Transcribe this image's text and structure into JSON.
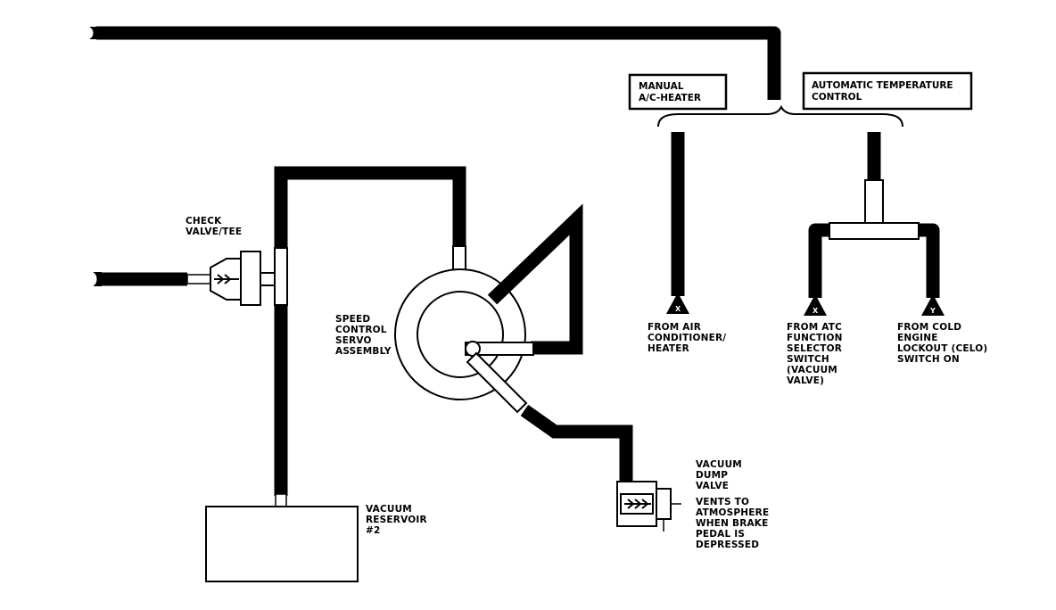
{
  "labels": {
    "check_valve": [
      "CHECK",
      "VALVE/TEE"
    ],
    "servo": [
      "SPEED",
      "CONTROL",
      "SERVO",
      "ASSEMBLY"
    ],
    "reservoir": [
      "VACUUM",
      "RESERVOIR",
      "#2"
    ],
    "dump_valve": [
      "VACUUM",
      "DUMP",
      "VALVE"
    ],
    "dump_note": [
      "VENTS TO",
      "ATMOSPHERE",
      "WHEN BRAKE",
      "PEDAL IS",
      "DEPRESSED"
    ],
    "manual_box": [
      "MANUAL",
      "A/C-HEATER"
    ],
    "atc_box": [
      "AUTOMATIC  TEMPERATURE",
      "CONTROL"
    ],
    "from_ac": [
      "FROM AIR",
      "CONDITIONER/",
      "HEATER"
    ],
    "from_atc": [
      "FROM ATC",
      "FUNCTION",
      "SELECTOR",
      "SWITCH",
      "(VACUUM",
      "VALVE)"
    ],
    "from_celo": [
      "FROM COLD",
      "ENGINE",
      "LOCKOUT (CELO)",
      "SWITCH ON"
    ]
  },
  "connectors": {
    "from_ac": "X",
    "from_atc": "X",
    "from_celo": "Y"
  },
  "colors": {
    "line": "#000000",
    "background": "#ffffff"
  }
}
